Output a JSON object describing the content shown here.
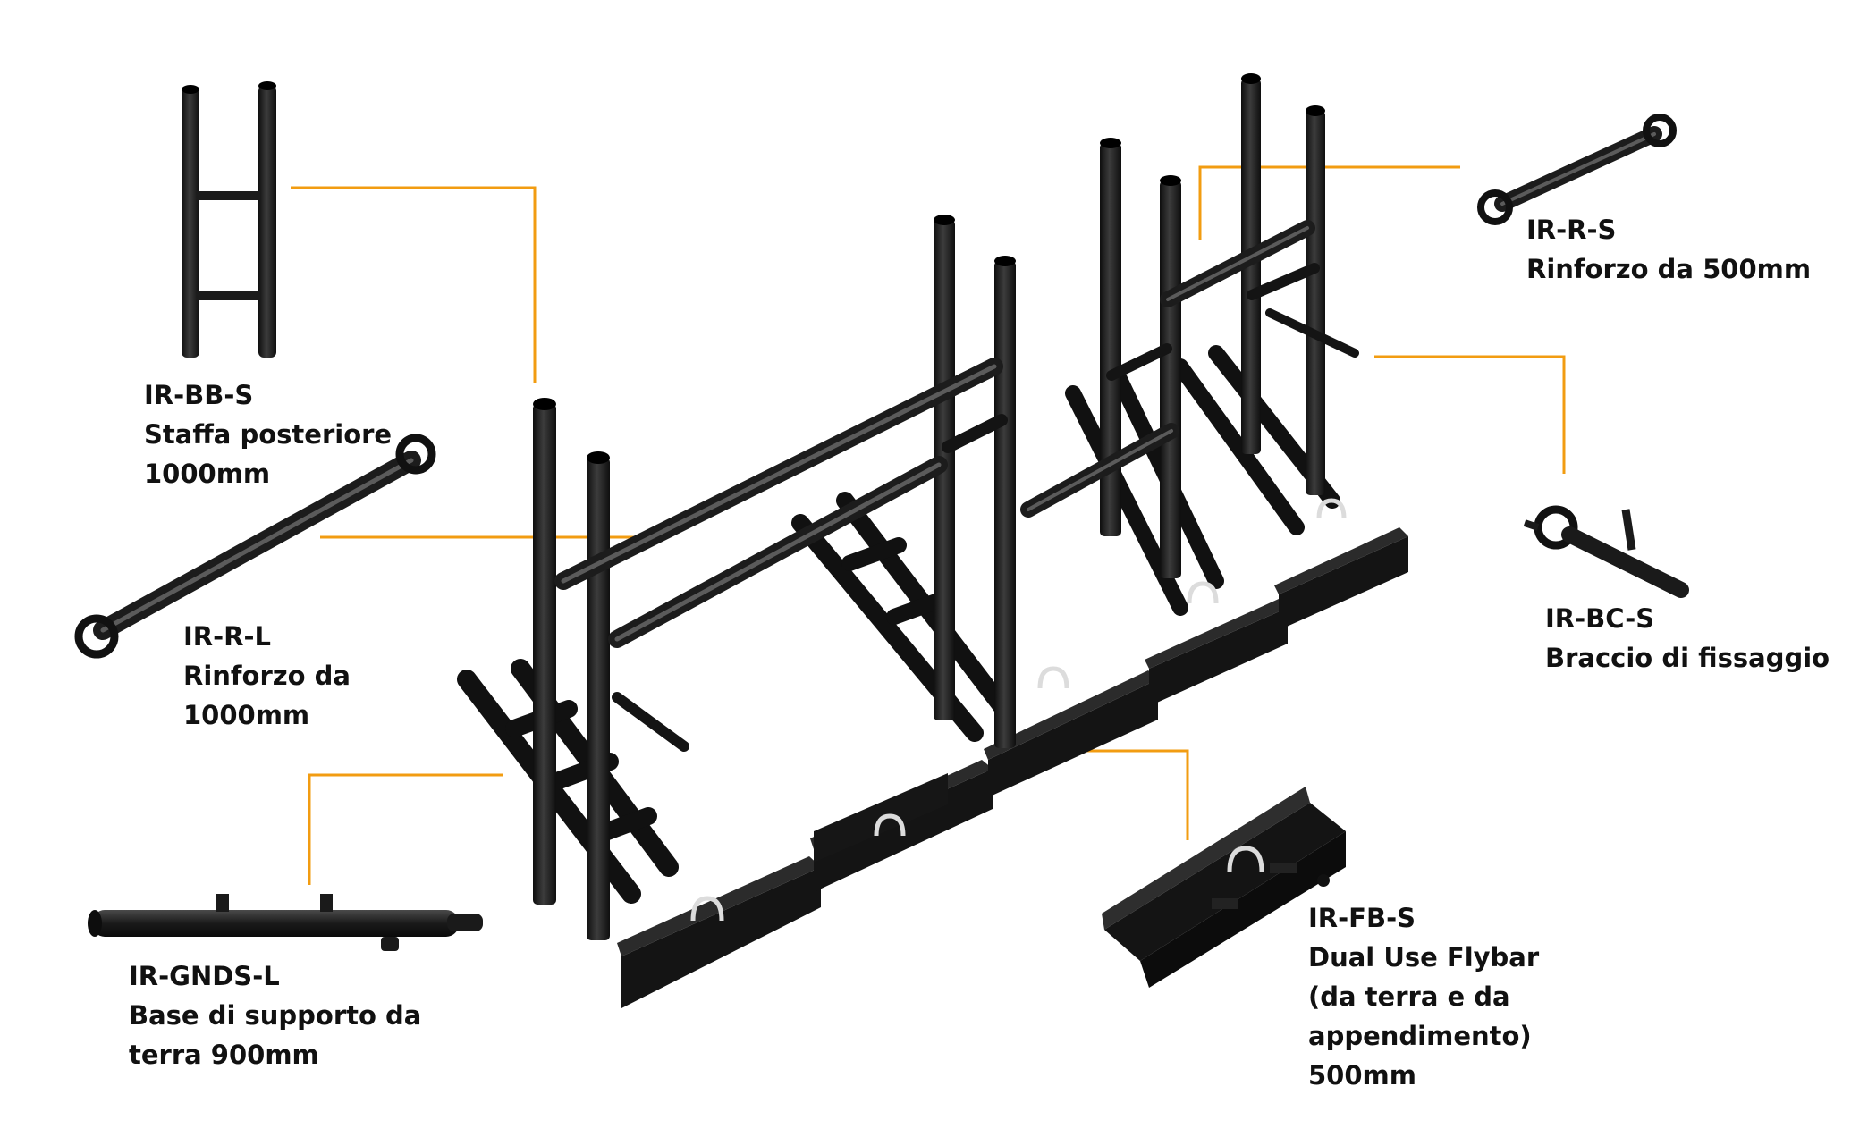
{
  "colors": {
    "leader": "#f29c11",
    "metal": "#1b1b1b",
    "metal_highlight": "#5a5a5a",
    "text": "#111111",
    "background": "#ffffff"
  },
  "components": [
    {
      "id": "bb",
      "code": "IR-BB-S",
      "lines": [
        "Staffa posteriore",
        "1000mm"
      ]
    },
    {
      "id": "rl",
      "code": "IR-R-L",
      "lines": [
        "Rinforzo da",
        "1000mm"
      ]
    },
    {
      "id": "gnds",
      "code": "IR-GNDS-L",
      "lines": [
        "Base di supporto da",
        "terra 900mm"
      ]
    },
    {
      "id": "rs",
      "code": "IR-R-S",
      "lines": [
        "Rinforzo da 500mm"
      ]
    },
    {
      "id": "bc",
      "code": "IR-BC-S",
      "lines": [
        "Braccio di fissaggio"
      ]
    },
    {
      "id": "fb",
      "code": "IR-FB-S",
      "lines": [
        "Dual Use Flybar",
        "(da terra e da",
        "appendimento)",
        "500mm"
      ]
    }
  ]
}
